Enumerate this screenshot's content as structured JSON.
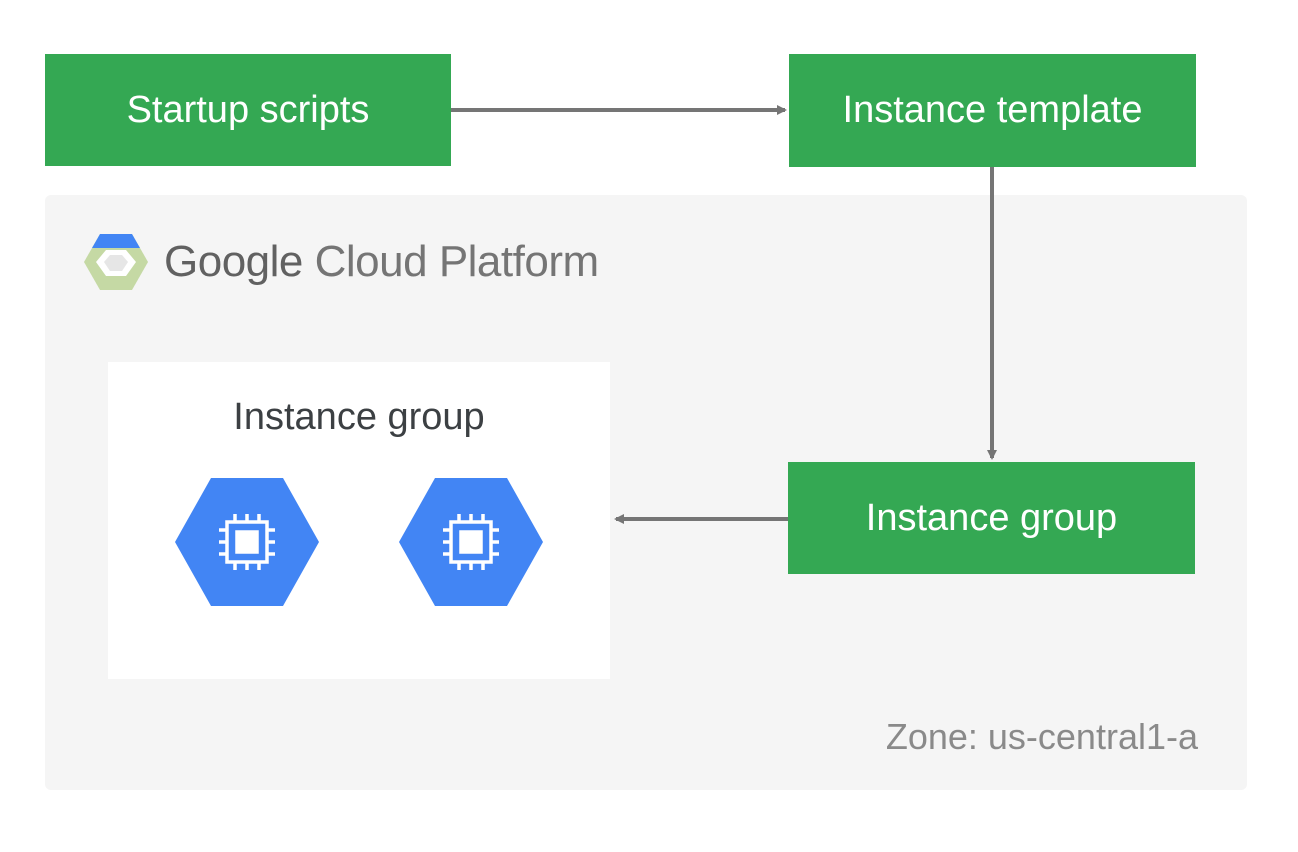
{
  "boxes": {
    "startup": "Startup scripts",
    "template": "Instance template",
    "group": "Instance group"
  },
  "platform": {
    "logo_google": "Google",
    "logo_rest": "Cloud Platform"
  },
  "inner_group": {
    "title": "Instance group",
    "instances": [
      "compute-engine-icon",
      "compute-engine-icon"
    ]
  },
  "zone_label": "Zone: us-central1-a",
  "colors": {
    "box_green": "#34a853",
    "panel_gray": "#f5f5f5",
    "vm_blue": "#4285f4",
    "arrow_gray": "#757575"
  }
}
